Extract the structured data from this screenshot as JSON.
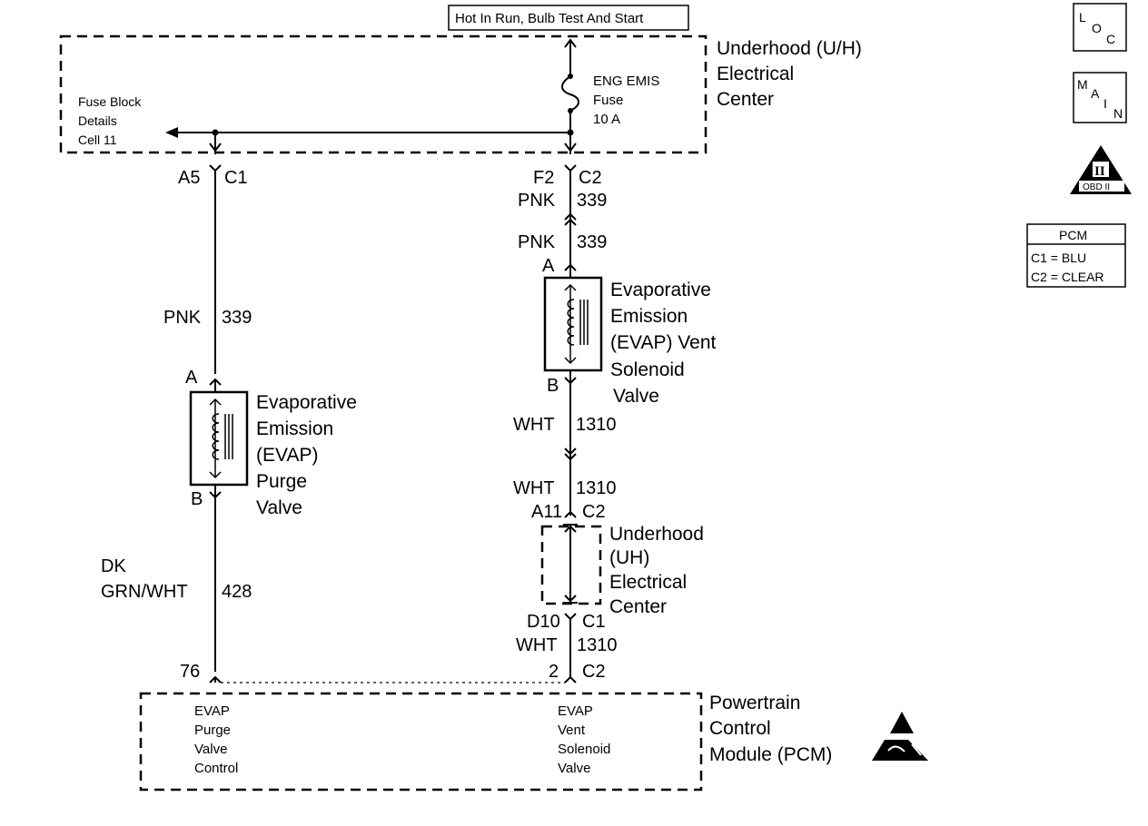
{
  "power_label": "Hot In Run, Bulb Test And Start",
  "uh_center": {
    "line1": "Underhood (U/H)",
    "line2": "Electrical",
    "line3": "Center"
  },
  "fuse_block_ref": {
    "line1": "Fuse Block",
    "line2": "Details",
    "line3": "Cell 11"
  },
  "fuse": {
    "line1": "ENG EMIS",
    "line2": "Fuse",
    "line3": "10 A"
  },
  "left_circuit": {
    "connector_pin": "A5",
    "connector": "C1",
    "wire_color": "PNK",
    "wire_number": "339",
    "terminal_a": "A",
    "terminal_b": "B",
    "component": {
      "line1": "Evaporative",
      "line2": "Emission",
      "line3": "(EVAP)",
      "line4": "Purge",
      "line5": "Valve"
    },
    "lower_wire_color_1": "DK",
    "lower_wire_color_2": "GRN/WHT",
    "lower_wire_number": "428",
    "pcm_pin": "76"
  },
  "right_circuit": {
    "connector_pin_top": "F2",
    "connector_top": "C2",
    "wire_color_1": "PNK",
    "wire_number_1": "339",
    "wire_color_2": "PNK",
    "wire_number_2": "339",
    "terminal_a": "A",
    "terminal_b": "B",
    "component": {
      "line1": "Evaporative",
      "line2": "Emission",
      "line3": "(EVAP) Vent",
      "line4": "Solenoid",
      "line5": "Valve"
    },
    "wire_color_3": "WHT",
    "wire_number_3": "1310",
    "wire_color_4": "WHT",
    "wire_number_4": "1310",
    "connector_pin_mid": "A11",
    "connector_mid": "C2",
    "uh_center": {
      "line1": "Underhood",
      "line2": "(UH)",
      "line3": "Electrical",
      "line4": "Center"
    },
    "connector_pin_bot": "D10",
    "connector_bot": "C1",
    "wire_color_5": "WHT",
    "wire_number_5": "1310",
    "pcm_pin": "2",
    "pcm_connector": "C2"
  },
  "pcm": {
    "name": {
      "line1": "Powertrain",
      "line2": "Control",
      "line3": "Module (PCM)"
    },
    "left_func": {
      "line1": "EVAP",
      "line2": "Purge",
      "line3": "Valve",
      "line4": "Control"
    },
    "right_func": {
      "line1": "EVAP",
      "line2": "Vent",
      "line3": "Solenoid",
      "line4": "Valve"
    }
  },
  "legend": {
    "loc_letters": [
      "L",
      "O",
      "C"
    ],
    "main_letters": [
      "M",
      "A",
      "I",
      "N"
    ],
    "obd_numeral": "II",
    "obd_label": "OBD II",
    "pcm_table": {
      "title": "PCM",
      "row1": "C1 = BLU",
      "row2": "C2 = CLEAR"
    }
  },
  "icons": [
    "esd-warning-icon",
    "loc-icon",
    "main-icon",
    "obd-ii-icon",
    "fuse-icon",
    "solenoid-coil-icon"
  ]
}
